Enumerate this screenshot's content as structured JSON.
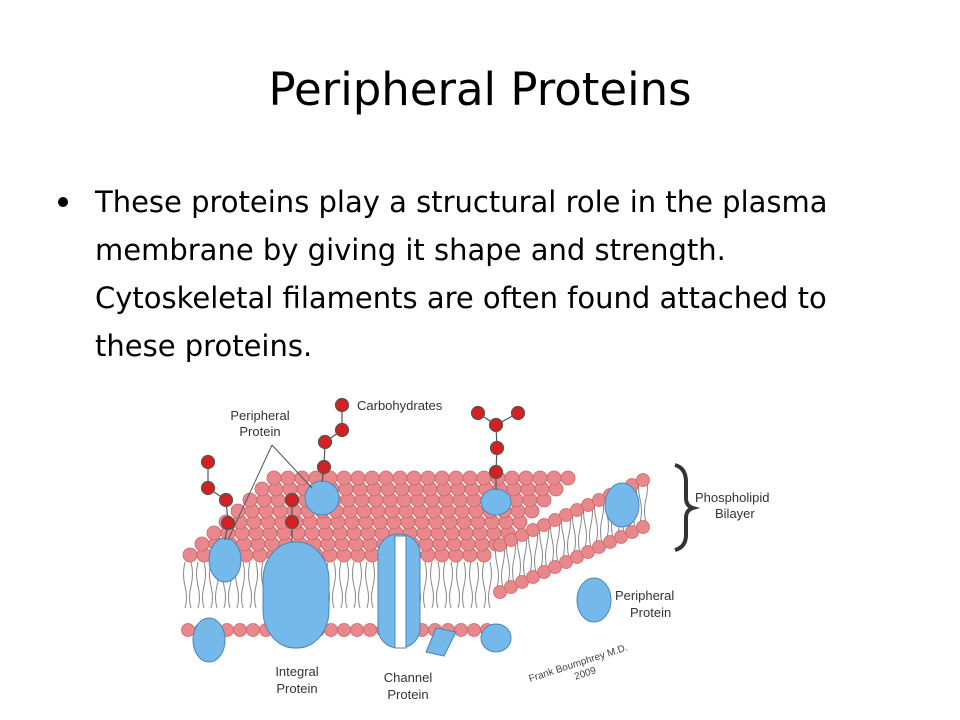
{
  "slide": {
    "title": "Peripheral Proteins",
    "bullets": [
      "These proteins play a structural role in the plasma membrane by giving it shape and strength.  Cytoskeletal filaments are often found attached to these proteins."
    ]
  },
  "diagram": {
    "labels": {
      "peripheral_top_line1": "Peripheral",
      "peripheral_top_line2": "Protein",
      "carbohydrates": "Carbohydrates",
      "phospholipid_line1": "Phospholipid",
      "phospholipid_line2": "Bilayer",
      "peripheral_right_line1": "Peripheral",
      "peripheral_right_line2": "Protein",
      "integral_line1": "Integral",
      "integral_line2": "Protein",
      "channel_line1": "Channel",
      "channel_line2": "Protein"
    },
    "signature": {
      "line1": "Frank Boumphrey M.D.",
      "line2": "2009"
    },
    "colors": {
      "head": "#e8888c",
      "protein": "#74b9ea",
      "carbohydrate": "#d42020",
      "tail": "#888888"
    }
  }
}
